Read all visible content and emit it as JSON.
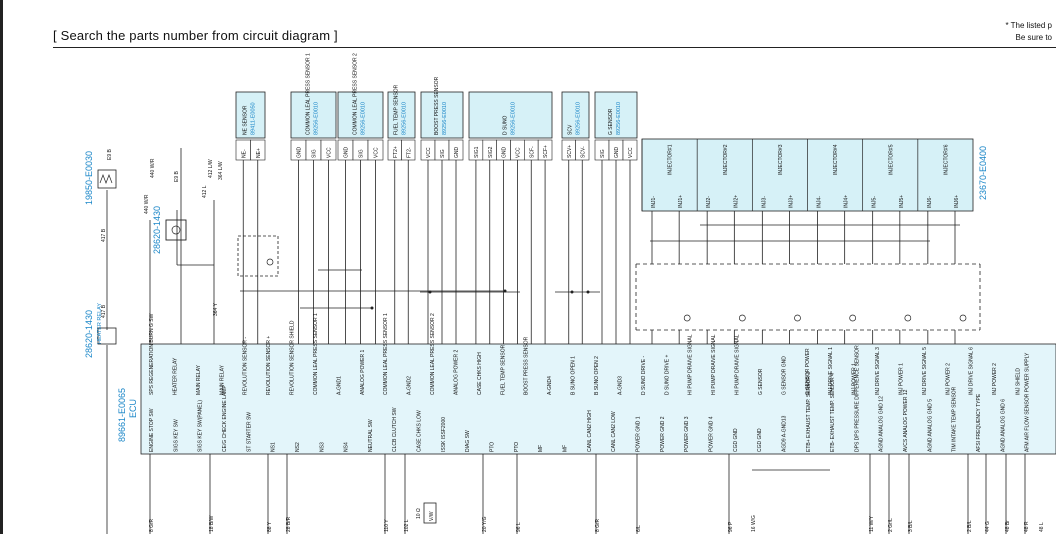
{
  "header": {
    "title": "[ Search the parts number from circuit diagram ]",
    "note_line1": "* The listed p",
    "note_line2": "Be sure to"
  },
  "colors": {
    "cyan": "#1a86c8",
    "panel_fill": "#d6f1f7",
    "ecu_fill": "#e3f5fa",
    "line": "#222222"
  },
  "components": {
    "ne_sensor": {
      "name": "NE SENSOR",
      "part": "89411-E0050",
      "pins": [
        "NE-",
        "NE+"
      ]
    },
    "common_rail_1": {
      "name": "COMMON LEAL PRESS SENSOR 1",
      "part": "89256-E0010",
      "pins": [
        "GND",
        "SIG",
        "VCC"
      ]
    },
    "common_rail_2": {
      "name": "COMMON LEAL PRESS SENSOR 2",
      "part": "89256-E0010",
      "pins": [
        "GND",
        "SIG",
        "VCC"
      ]
    },
    "fuel_temp": {
      "name": "FUEL TEMP SENSOR",
      "part": "89256-E0010",
      "pins": [
        "FT2+",
        "FT2-"
      ]
    },
    "boost": {
      "name": "BOOST PRESS SENSOR",
      "part": "89256-E0010",
      "pins": [
        "VCC",
        "SIG",
        "GND"
      ]
    },
    "d_suno": {
      "name": "D SUNO",
      "part": "89256-E0010",
      "pins": [
        "SIG1",
        "SIG2",
        "GND",
        "VCC",
        "SCF-",
        "SCF+"
      ]
    },
    "scv": {
      "name": "SCV",
      "part": "89256-E0010",
      "pins": [
        "SCV+",
        "SCV-"
      ]
    },
    "g_sensor": {
      "name": "G SENSOR",
      "part": "89256-E0010",
      "pins": [
        "SIG",
        "GND",
        "VCC"
      ]
    },
    "injectors": {
      "part": "23670-E0400",
      "items": [
        "INJECTOR#1",
        "INJECTOR#2",
        "INJECTOR#3",
        "INJECTOR#4",
        "INJECTOR#5",
        "INJECTOR#6"
      ],
      "pins": [
        "INJ1-",
        "INJ1+",
        "INJ2-",
        "INJ2+",
        "INJ3-",
        "INJ3+",
        "INJ4-",
        "INJ4+",
        "INJ5-",
        "INJ5+",
        "INJ6-",
        "INJ6+"
      ]
    },
    "left_parts": {
      "glow": "19850-E0030",
      "heater_relay_top": "28620-1430",
      "heater_relay_mid": "28620-1430",
      "heater_relay_label": "HEATER RELAY",
      "ecu": "89661-E0065",
      "ecu_label": "ECU"
    }
  },
  "ecu_upper_labels": [
    "SPS REGENERATION BURN G SW",
    "HEATER RELAY",
    "MAIN RELAY",
    "MAIN RELAY",
    "REVOLUTION SENSOR -",
    "REVOLUTION SENSOR +",
    "REVOLUTION SENSOR SHIELD",
    "COMMON LEAL PRESS SENSOR 1",
    "A-GND1",
    "ANALOG POWER 1",
    "COMMON LEAL PRESS SENSOR 1",
    "A-GND2",
    "COMMON LEAL PRESS SENSOR 2",
    "ANALOG POWER 2",
    "CASE CHKS HIGH",
    "FUEL TEMP SENSOR",
    "BOOST PRESS SENSOR",
    "A-GND4",
    "B SUNO OPEN 1",
    "B SUNO OPEN 2",
    "A-GND3",
    "D SUNO DRIVE -",
    "D SUNO DRIVE +",
    "HI PUMP DRAIVE SIGNAL",
    "HI PUMP DRAIVE SIGNAL",
    "HI PUMP DRAIVE SIGNAL",
    "G SENSOR",
    "G SENSOR GND",
    "G SENSOR POWER",
    "INJ DRIVE SIGNAL 1",
    "INJ POWER 1",
    "INJ DRIVE SIGNAL 3",
    "INJ POWER 1",
    "INJ DRIVE SIGNAL 5",
    "INJ POWER 2",
    "INJ DRIVE SIGNAL 6",
    "INJ POWER 2",
    "INJ SHIELD"
  ],
  "ecu_lower_labels": [
    "ENGINE STOP SW",
    "SIGS KEY SW",
    "SIGS KEY SW(PANEL)",
    "CE/G CHECK ENGINE LAMP",
    "ST STARTER SW",
    "NS1",
    "NS2",
    "NS3",
    "NS4",
    "NEUTRAL SW",
    "CLCB CLUTCH SW",
    "CASE CHKS LOW",
    "ISSK ISSF2000",
    "DIAG SW",
    "PTO",
    "PTO",
    "MF",
    "MF",
    "CANL CAN2 HIGH",
    "CANL CAN2 LOW",
    "POWER GND 1",
    "POWER GND 2",
    "POWER GND 3",
    "POWER GND 4",
    "CGD GND",
    "CGD GND",
    "AGD9 A-GND13",
    "ETB+ EXHAUST TEMP. SENSOR 3",
    "ETB- EXHAUST TEMP. SENSOR 4",
    "DPS DPS PRESSURE DIFFERENCE SENSOR",
    "AGND ANALOG GND 12",
    "AVCS ANALOG POWER 12",
    "AGND ANALOG GND 5",
    "TIM INTAKE TEMP SENSOR",
    "AFSI FREQUENCY TYPE",
    "AGND ANALOG GND 6",
    "AFM AIR FLOW SENSOR POWER SUPPLY"
  ],
  "wire_labels": {
    "w1": "440 W/R",
    "w2": "440 W/R",
    "w3": "412 L",
    "w4": "412 L/W",
    "w5": "364 Y",
    "w6": "364 L/W",
    "w7": "417 B",
    "w8": "417 B",
    "w9": "E9 B",
    "w10": "E9 B",
    "b1": "8 G/R",
    "b2": "18 B/W",
    "b3": "88 Y",
    "b4": "28 B/R",
    "b5": "110 Y",
    "b6": "102 L",
    "b7": "20 Y/G",
    "b8": "96 L",
    "b9": "8 G/R",
    "b10": "6/L",
    "b11": "96 P",
    "b12": "16 W/G",
    "b13": "11 W/Y",
    "b14": "2 Gr/L",
    "b15": "3 B/L",
    "b16": "2 B/L",
    "b17": "44 G",
    "b18": "48 Br",
    "b19": "48 R",
    "b20": "48 L"
  },
  "resistor": {
    "label": "10 Ω",
    "value": "V/W"
  }
}
